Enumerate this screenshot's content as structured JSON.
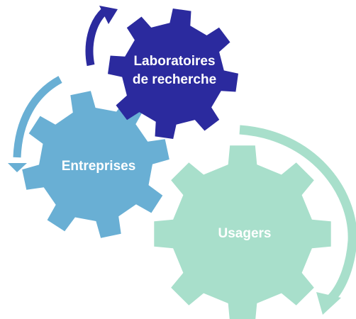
{
  "gears": [
    {
      "id": "laboratoires",
      "lines": [
        "Laboratoires",
        "de recherche"
      ],
      "color": "#2B2A9E"
    },
    {
      "id": "entreprises",
      "lines": [
        "Entreprises"
      ],
      "color": "#69AFD4"
    },
    {
      "id": "usagers",
      "lines": [
        "Usagers"
      ],
      "color": "#A8DFCB"
    }
  ],
  "arrow_colors": {
    "laboratoires": "#2B2A9E",
    "entreprises": "#69AFD4",
    "usagers": "#A8DFCB"
  }
}
